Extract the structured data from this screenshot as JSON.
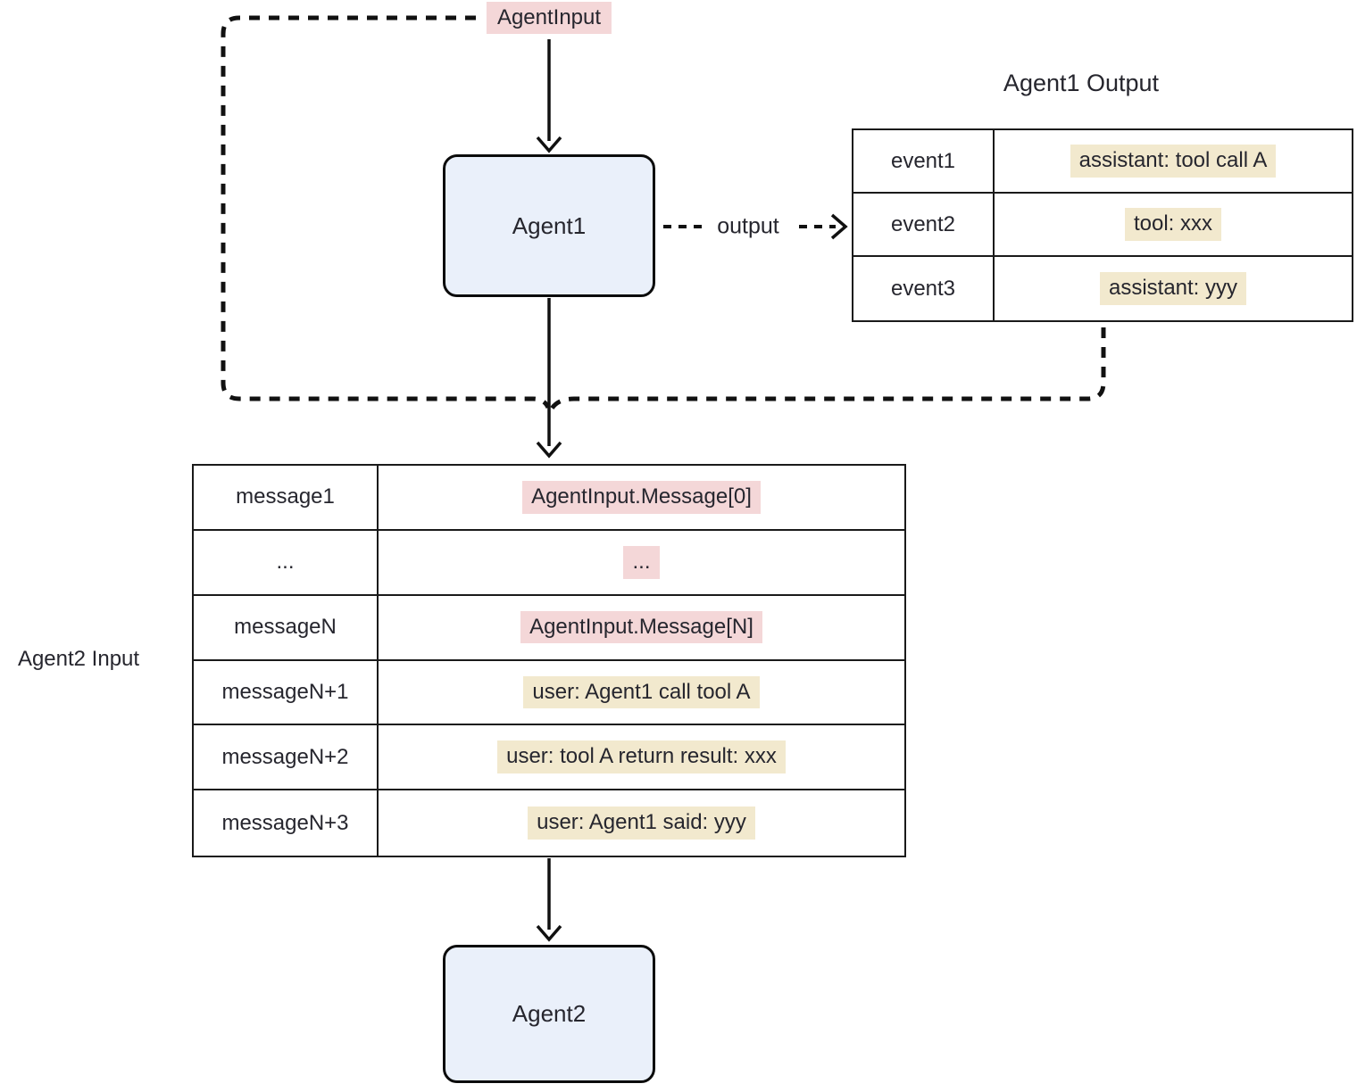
{
  "colors": {
    "pink_highlight": "#f4d7d8",
    "tan_highlight": "#f2e9ce",
    "node_fill": "#eaf0fa",
    "node_border": "#0b0b0b",
    "line": "#111111",
    "table_border": "#1a1a1a",
    "text": "#26262e"
  },
  "top_label": {
    "text": "AgentInput"
  },
  "agent1_node": {
    "label": "Agent1"
  },
  "agent2_node": {
    "label": "Agent2"
  },
  "output_edge": {
    "label": "output"
  },
  "agent1_output": {
    "title": "Agent1 Output",
    "rows": [
      {
        "key": "event1",
        "value": "assistant: tool call A",
        "highlight": "tan"
      },
      {
        "key": "event2",
        "value": "tool: xxx",
        "highlight": "tan"
      },
      {
        "key": "event3",
        "value": "assistant: yyy",
        "highlight": "tan"
      }
    ]
  },
  "agent2_input": {
    "side_label": "Agent2 Input",
    "rows": [
      {
        "key": "message1",
        "value": "AgentInput.Message[0]",
        "highlight": "pink"
      },
      {
        "key": "...",
        "value": "...",
        "highlight": "pink"
      },
      {
        "key": "messageN",
        "value": "AgentInput.Message[N]",
        "highlight": "pink"
      },
      {
        "key": "messageN+1",
        "value": "user: Agent1 call tool A",
        "highlight": "tan"
      },
      {
        "key": "messageN+2",
        "value": "user: tool A return result: xxx",
        "highlight": "tan"
      },
      {
        "key": "messageN+3",
        "value": "user: Agent1 said: yyy",
        "highlight": "tan"
      }
    ]
  }
}
